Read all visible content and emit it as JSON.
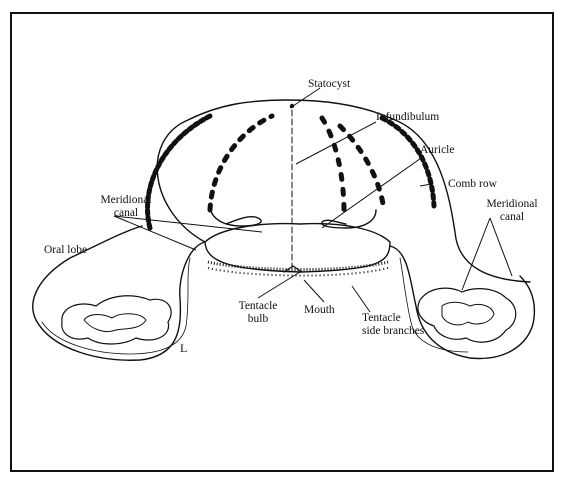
{
  "figure": {
    "letter": "L",
    "labels": {
      "statocyst": "Statocyst",
      "infundibulum": "Infundibulum",
      "auricle": "Auricle",
      "comb_row": "Comb row",
      "meridional_canal_left": [
        "Meridional",
        "canal"
      ],
      "meridional_canal_right": [
        "Meridional",
        "canal"
      ],
      "oral_lobe": "Oral lobe",
      "tentacle_bulb": [
        "Tentacle",
        "bulb"
      ],
      "mouth": "Mouth",
      "tentacle_side_branches": [
        "Tentacle",
        "side branches"
      ]
    }
  },
  "colors": {
    "ink": "#111111",
    "paper": "#ffffff"
  }
}
